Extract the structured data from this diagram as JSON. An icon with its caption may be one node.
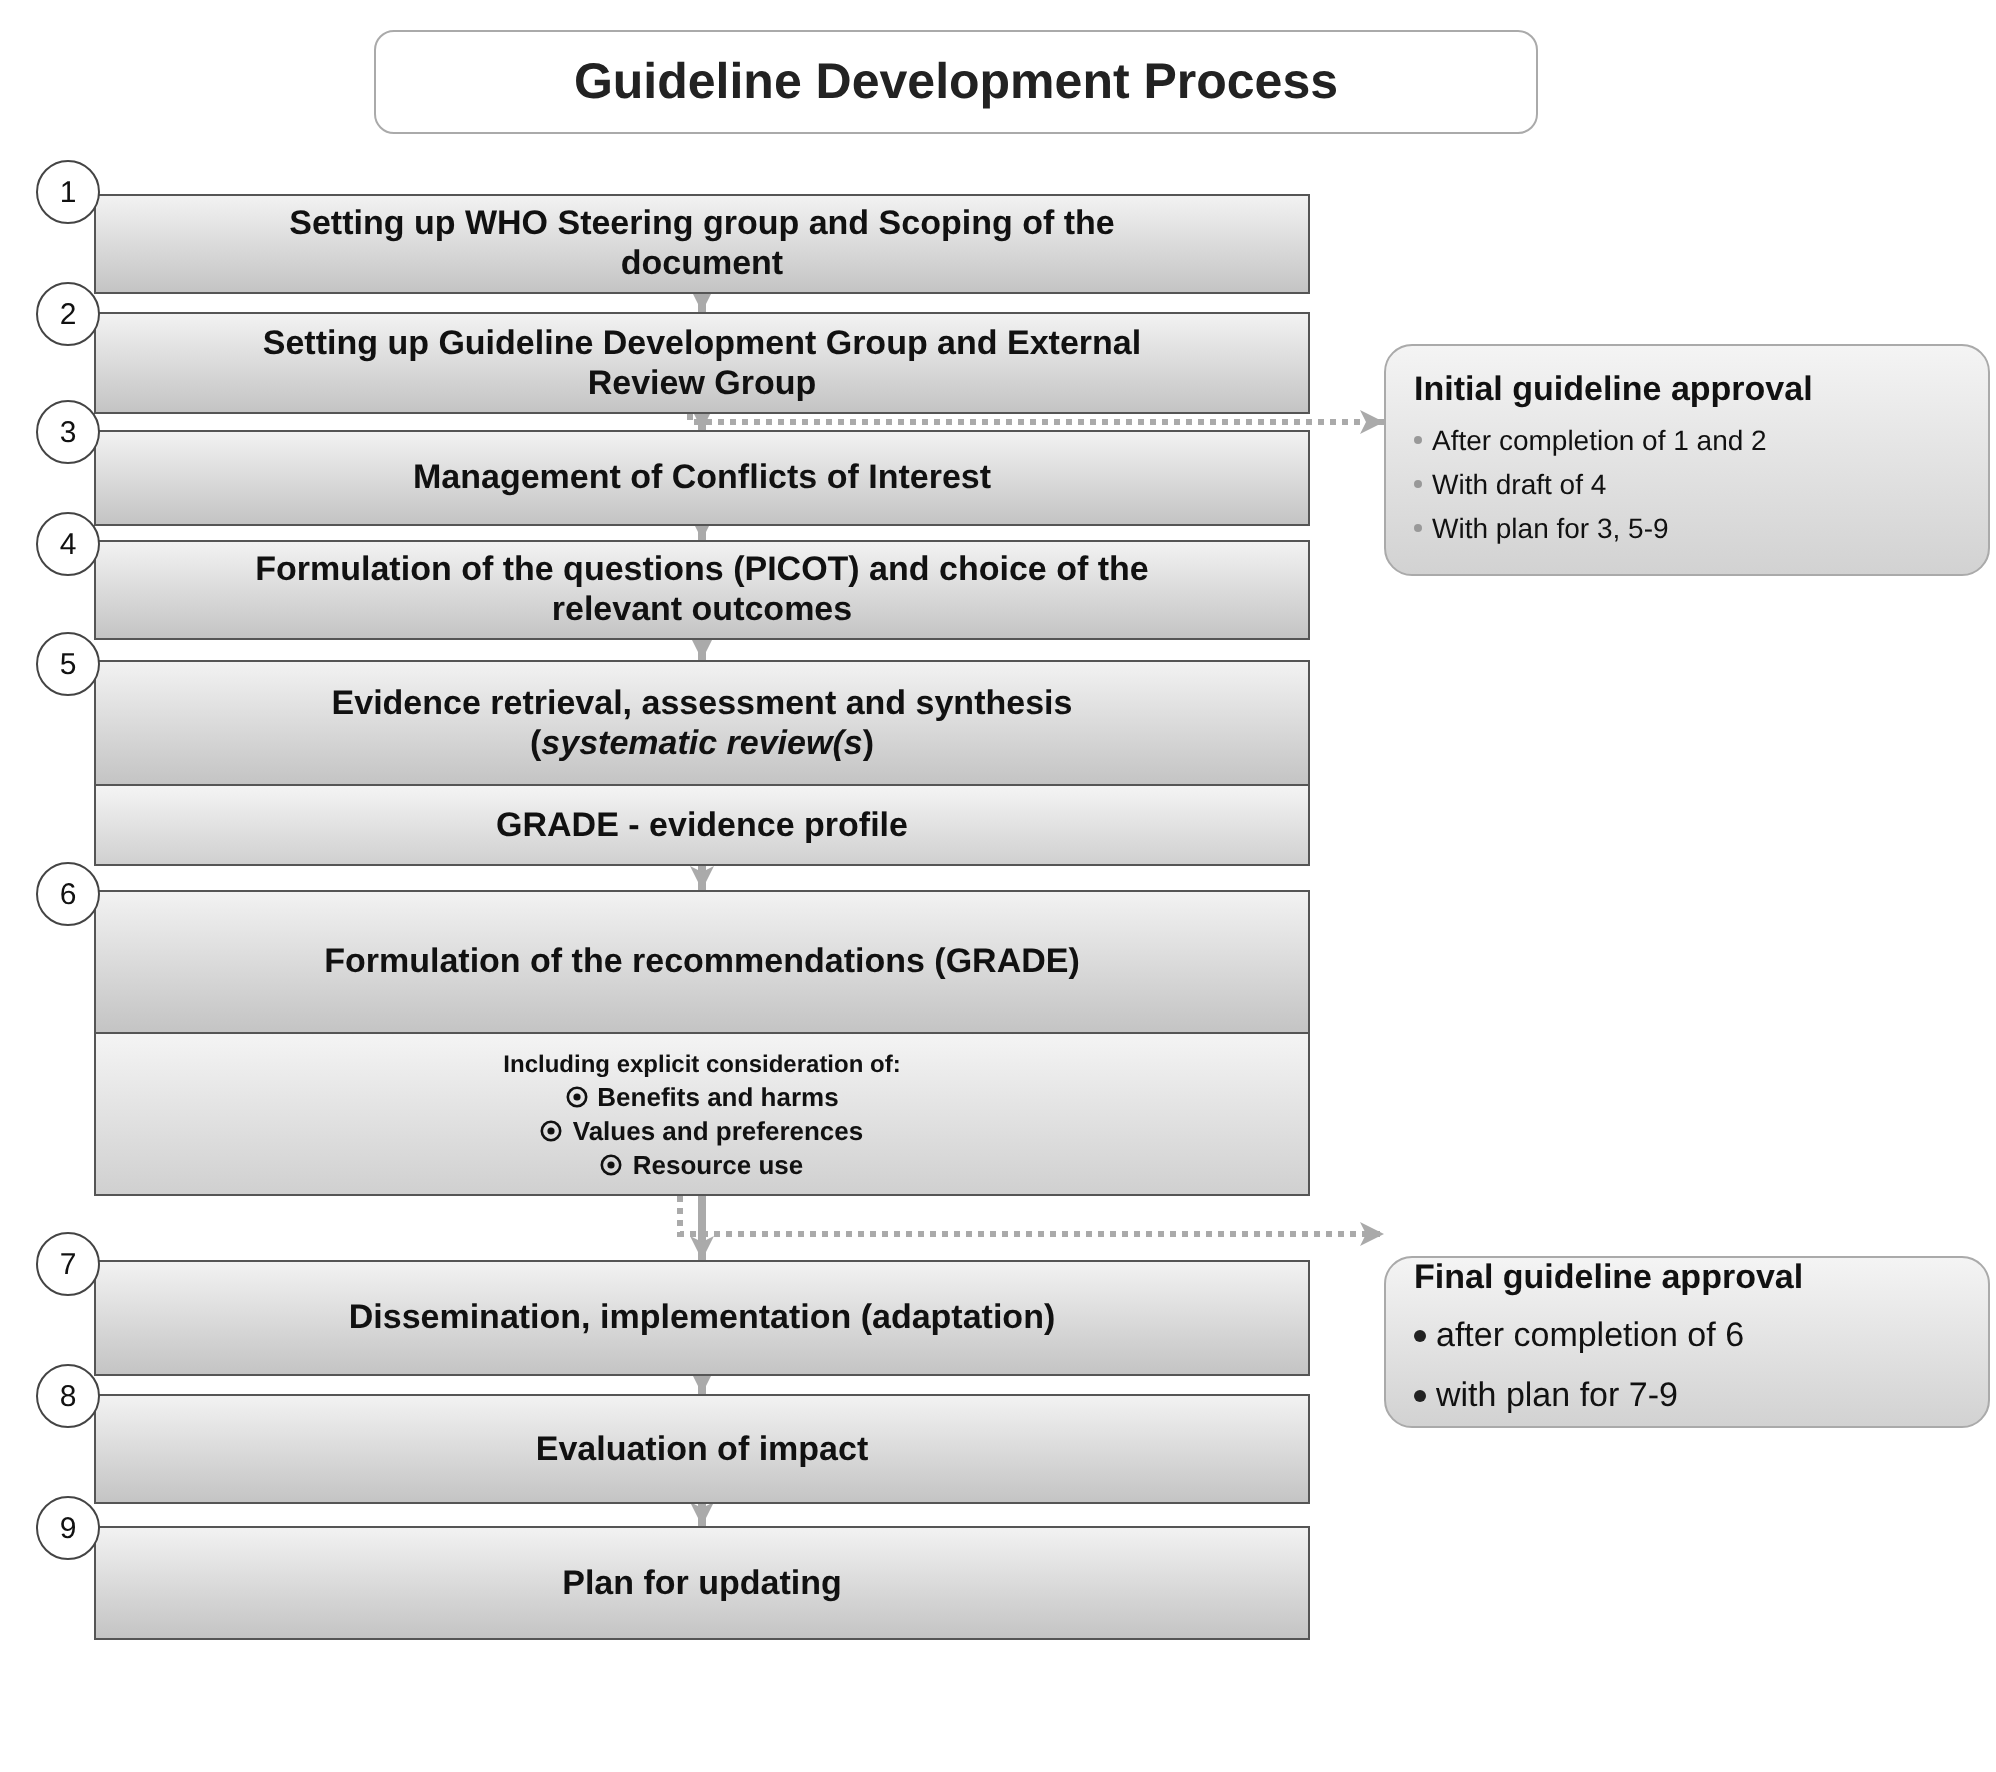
{
  "diagram": {
    "title": "Guideline Development Process",
    "nodes": [
      {
        "text": [
          "1"
        ]
      },
      {
        "text": [
          "Setting up WHO Steering group and Scoping of the document"
        ]
      },
      {
        "text": [
          "2"
        ]
      },
      {
        "text": [
          "Setting up Guideline Development Group and External Review Group"
        ]
      },
      {
        "text": [
          "3"
        ]
      },
      {
        "text": [
          "Management of Conflicts of Interest"
        ]
      },
      {
        "text": [
          "4"
        ]
      },
      {
        "text": [
          "Formulation of the questions (PICOT) and choice of the relevant outcomes"
        ]
      },
      {
        "text": [
          "5"
        ]
      },
      {
        "text": [
          "Evidence retrieval, assessment and synthesis (*systematic review(s*)"
        ]
      },
      {
        "text": [
          "GRADE - evidence profile"
        ]
      },
      {
        "text": [
          "6"
        ]
      },
      {
        "text": [
          "Formulation of the recommendations (GRADE)"
        ]
      },
      {
        "text": [
          "Including explicit consideration of:",
          "Benefits and harms",
          "Values and preferences",
          "Resource use"
        ]
      },
      {
        "text": [
          "7"
        ]
      },
      {
        "text": [
          "Dissemination, implementation (adaptation)"
        ]
      },
      {
        "text": [
          "8"
        ]
      },
      {
        "text": [
          "Evaluation of impact"
        ]
      },
      {
        "text": [
          "9"
        ]
      },
      {
        "text": [
          "Plan for updating"
        ]
      },
      {
        "text": [
          "Initial guideline approval",
          "After completion of 1 and 2",
          "With draft of 4",
          "With plan for 3, 5-9"
        ]
      },
      {
        "text": [
          "Final guideline approval",
          "after completion of 6",
          "with plan for 7-9"
        ]
      }
    ],
    "edges": [
      {
        "from": 1,
        "to": 3,
        "arrow": "to"
      },
      {
        "from": 3,
        "to": 5,
        "arrow": "to"
      },
      {
        "from": 5,
        "to": 7,
        "arrow": "to"
      },
      {
        "from": 7,
        "to": 9,
        "arrow": "to"
      },
      {
        "from": 10,
        "to": 12,
        "arrow": "to"
      },
      {
        "from": 13,
        "to": 15,
        "arrow": "to"
      },
      {
        "from": 15,
        "to": 17,
        "arrow": "to"
      },
      {
        "from": 17,
        "to": 19,
        "arrow": "to"
      },
      {
        "from": 3,
        "to": 20,
        "arrow": "to",
        "style": "dashed"
      },
      {
        "from": 13,
        "to": 21,
        "arrow": "to",
        "style": "dashed"
      }
    ]
  }
}
